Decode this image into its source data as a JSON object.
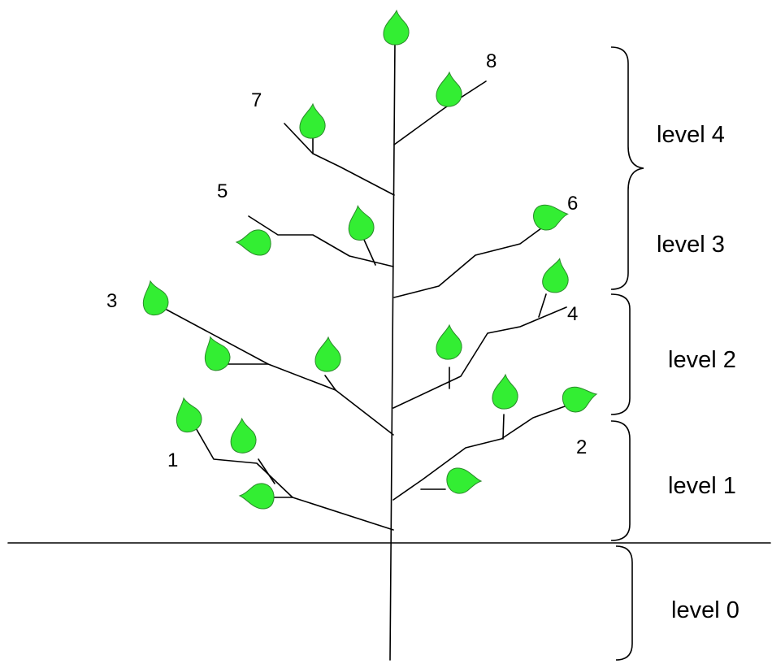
{
  "branch_numbers": [
    "1",
    "2",
    "3",
    "4",
    "5",
    "6",
    "7",
    "8"
  ],
  "levels": [
    "level 4",
    "level 3",
    "level 2",
    "level 1",
    "level 0"
  ],
  "colors": {
    "leaf": "#33ee33",
    "leaf_outline": "#2a8a2a",
    "line": "#000000"
  }
}
